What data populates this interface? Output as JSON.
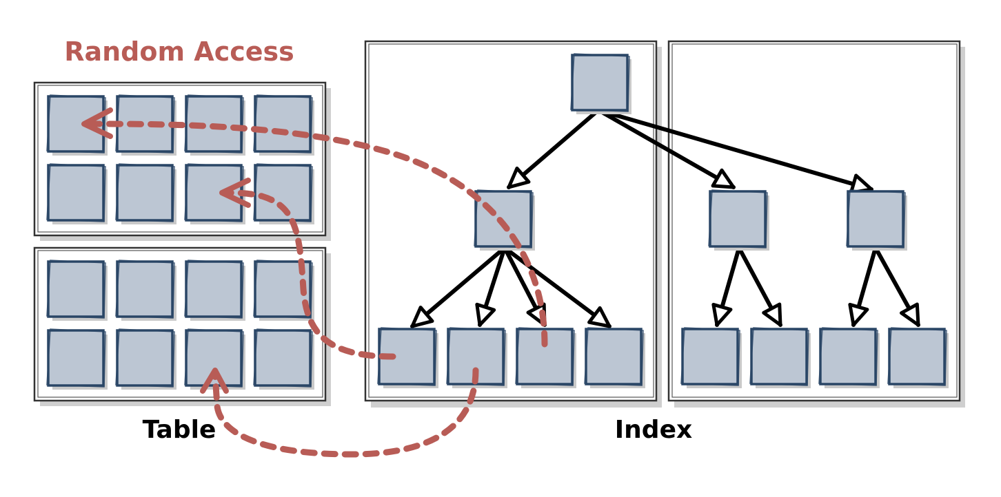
{
  "labels": {
    "random_access": "Random Access",
    "table": "Table",
    "index": "Index"
  },
  "colors": {
    "accent": "#b85c56",
    "box_fill": "#bcc6d3",
    "box_stroke": "#2a4666",
    "text": "#000000"
  },
  "structure": {
    "table_pages": 2,
    "rows_per_page": 2,
    "boxes_per_row": 4,
    "index_panels": 2,
    "index_leaf_count": 8
  }
}
